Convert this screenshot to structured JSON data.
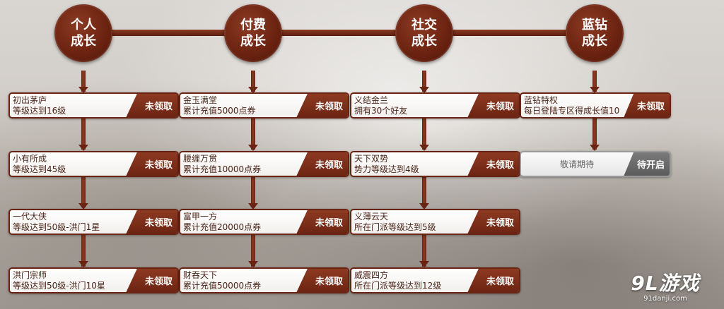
{
  "columns": [
    {
      "title_line1": "个人",
      "title_line2": "成长",
      "cards": [
        {
          "line1": "初出茅庐",
          "line2": "等级达到16级",
          "button": "未领取"
        },
        {
          "line1": "小有所成",
          "line2": "等级达到45级",
          "button": "未领取"
        },
        {
          "line1": "一代大侠",
          "line2": "等级达到50级-洪门1星",
          "button": "未领取"
        },
        {
          "line1": "洪门宗师",
          "line2": "等级达到50级-洪门10星",
          "button": "未领取"
        }
      ]
    },
    {
      "title_line1": "付费",
      "title_line2": "成长",
      "cards": [
        {
          "line1": "金玉满堂",
          "line2": "累计充值5000点券",
          "button": "未领取"
        },
        {
          "line1": "腰缠万贯",
          "line2": "累计充值10000点券",
          "button": "未领取"
        },
        {
          "line1": "富甲一方",
          "line2": "累计充值20000点券",
          "button": "未领取"
        },
        {
          "line1": "财吞天下",
          "line2": "累计充值50000点券",
          "button": "未领取"
        }
      ]
    },
    {
      "title_line1": "社交",
      "title_line2": "成长",
      "cards": [
        {
          "line1": "义结金兰",
          "line2": "拥有30个好友",
          "button": "未领取"
        },
        {
          "line1": "天下双势",
          "line2": "势力等级达到4级",
          "button": "未领取"
        },
        {
          "line1": "义薄云天",
          "line2": "所在门派等级达到5级",
          "button": "未领取"
        },
        {
          "line1": "威震四方",
          "line2": "所在门派等级达到12级",
          "button": "未领取"
        }
      ]
    },
    {
      "title_line1": "蓝钻",
      "title_line2": "成长",
      "cards": [
        {
          "line1": "蓝钻特权",
          "line2": "每日登陆专区得成长值10",
          "button": "未领取"
        }
      ],
      "pending": {
        "label": "敬请期待",
        "button": "待开启"
      }
    }
  ],
  "watermark": {
    "logo": "9L游戏",
    "url": "91danji.com"
  }
}
